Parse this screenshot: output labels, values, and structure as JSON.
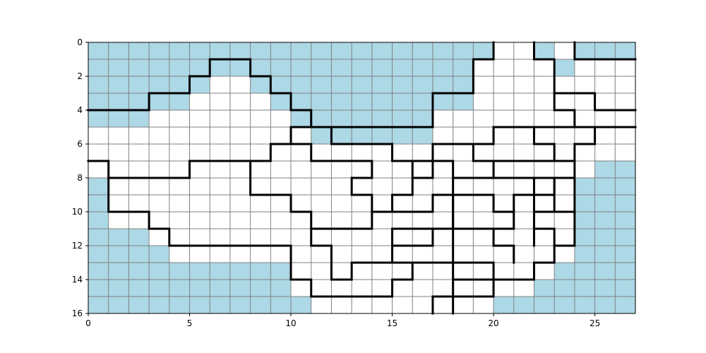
{
  "grid": {
    "cols": 27,
    "rows": 16,
    "x_ticks": [
      "0",
      "5",
      "10",
      "15",
      "20",
      "25"
    ],
    "x_tick_values": [
      0,
      5,
      10,
      15,
      20,
      25
    ],
    "y_ticks": [
      "0",
      "2",
      "4",
      "6",
      "8",
      "10",
      "12",
      "14",
      "16"
    ],
    "y_tick_values": [
      0,
      2,
      4,
      6,
      8,
      10,
      12,
      14,
      16
    ],
    "colors": {
      "water": "#add8e6",
      "land": "#ffffff",
      "grid_line": "#808080",
      "boundary": "#000000"
    },
    "land_row_spans": [
      [
        [
          20,
          22
        ],
        [
          23,
          24
        ]
      ],
      [
        [
          19,
          23
        ],
        [
          24,
          27
        ]
      ],
      [
        [
          6,
          8
        ],
        [
          19,
          27
        ]
      ],
      [
        [
          5,
          9
        ],
        [
          19,
          27
        ]
      ],
      [
        [
          3,
          10
        ],
        [
          17,
          27
        ]
      ],
      [
        [
          0,
          11
        ],
        [
          17,
          27
        ]
      ],
      [
        [
          0,
          27
        ]
      ],
      [
        [
          0,
          25
        ]
      ],
      [
        [
          1,
          24
        ]
      ],
      [
        [
          1,
          24
        ]
      ],
      [
        [
          1,
          24
        ]
      ],
      [
        [
          3,
          24
        ]
      ],
      [
        [
          4,
          24
        ]
      ],
      [
        [
          10,
          23
        ]
      ],
      [
        [
          10,
          22
        ]
      ],
      [
        [
          11,
          20
        ]
      ]
    ],
    "extra_land_cells": [
      [
        17,
        16
      ]
    ],
    "region_boundaries": [
      [
        [
          0,
          4
        ],
        [
          3,
          4
        ],
        [
          3,
          3
        ],
        [
          5,
          3
        ],
        [
          5,
          2
        ],
        [
          6,
          2
        ],
        [
          6,
          1
        ],
        [
          8,
          1
        ],
        [
          8,
          2
        ],
        [
          9,
          2
        ],
        [
          9,
          3
        ],
        [
          10,
          3
        ],
        [
          10,
          4
        ],
        [
          11,
          4
        ],
        [
          11,
          5
        ],
        [
          17,
          5
        ],
        [
          17,
          3
        ],
        [
          19,
          3
        ],
        [
          19,
          1
        ],
        [
          20,
          1
        ],
        [
          20,
          0
        ]
      ],
      [
        [
          22,
          0
        ],
        [
          22,
          1
        ],
        [
          23,
          1
        ],
        [
          23,
          3
        ],
        [
          25,
          3
        ],
        [
          25,
          4
        ],
        [
          27,
          4
        ]
      ],
      [
        [
          23,
          3
        ],
        [
          23,
          4
        ],
        [
          24,
          4
        ],
        [
          24,
          5
        ]
      ],
      [
        [
          24,
          0
        ],
        [
          24,
          1
        ],
        [
          27,
          1
        ]
      ],
      [
        [
          20,
          5
        ],
        [
          27,
          5
        ]
      ],
      [
        [
          27,
          5
        ],
        [
          25,
          5
        ],
        [
          25,
          6
        ],
        [
          24,
          6
        ],
        [
          24,
          12
        ],
        [
          23,
          12
        ],
        [
          23,
          13
        ],
        [
          22,
          13
        ],
        [
          22,
          14
        ],
        [
          20,
          14
        ],
        [
          20,
          15
        ],
        [
          17,
          15
        ],
        [
          17,
          16
        ]
      ],
      [
        [
          18,
          16
        ],
        [
          18,
          14
        ],
        [
          20,
          14
        ],
        [
          20,
          13
        ],
        [
          16,
          13
        ],
        [
          16,
          14
        ],
        [
          15,
          14
        ],
        [
          15,
          15
        ],
        [
          11,
          15
        ],
        [
          11,
          14
        ],
        [
          10,
          14
        ],
        [
          10,
          12
        ],
        [
          4,
          12
        ],
        [
          4,
          11
        ],
        [
          3,
          11
        ],
        [
          3,
          10
        ],
        [
          1,
          10
        ],
        [
          1,
          7
        ],
        [
          0,
          7
        ]
      ],
      [
        [
          1,
          8
        ],
        [
          5,
          8
        ],
        [
          5,
          7
        ],
        [
          9,
          7
        ],
        [
          9,
          6
        ],
        [
          10,
          6
        ],
        [
          10,
          5
        ],
        [
          12,
          5
        ],
        [
          12,
          6
        ],
        [
          15,
          6
        ],
        [
          15,
          7
        ],
        [
          17,
          7
        ],
        [
          17,
          6
        ],
        [
          20,
          6
        ],
        [
          20,
          5
        ],
        [
          22,
          5
        ],
        [
          22,
          6
        ],
        [
          23,
          6
        ],
        [
          23,
          7
        ]
      ],
      [
        [
          19,
          6
        ],
        [
          19,
          7
        ],
        [
          24,
          7
        ]
      ],
      [
        [
          8,
          7
        ],
        [
          8,
          9
        ],
        [
          10,
          9
        ],
        [
          10,
          10
        ],
        [
          11,
          10
        ],
        [
          11,
          12
        ],
        [
          12,
          12
        ],
        [
          12,
          14
        ],
        [
          13,
          14
        ],
        [
          13,
          13
        ],
        [
          16,
          13
        ]
      ],
      [
        [
          10,
          6
        ],
        [
          11,
          6
        ],
        [
          11,
          7
        ],
        [
          14,
          7
        ],
        [
          14,
          8
        ],
        [
          13,
          8
        ],
        [
          13,
          9
        ],
        [
          14,
          9
        ],
        [
          14,
          11
        ],
        [
          11,
          11
        ]
      ],
      [
        [
          14,
          10
        ],
        [
          15,
          10
        ],
        [
          15,
          9
        ],
        [
          16,
          9
        ],
        [
          16,
          7
        ],
        [
          17,
          7
        ]
      ],
      [
        [
          15,
          10
        ],
        [
          17,
          10
        ],
        [
          17,
          9
        ],
        [
          18,
          9
        ],
        [
          18,
          11
        ]
      ],
      [
        [
          16,
          8
        ],
        [
          17,
          8
        ]
      ],
      [
        [
          17,
          8
        ],
        [
          17,
          7
        ],
        [
          18,
          7
        ],
        [
          18,
          14
        ]
      ],
      [
        [
          15,
          12
        ],
        [
          17,
          12
        ],
        [
          17,
          11
        ],
        [
          15,
          11
        ],
        [
          15,
          13
        ]
      ],
      [
        [
          20,
          7
        ],
        [
          20,
          8
        ],
        [
          24,
          8
        ]
      ],
      [
        [
          18,
          8
        ],
        [
          22,
          8
        ],
        [
          22,
          9
        ],
        [
          21,
          9
        ],
        [
          21,
          11
        ],
        [
          17,
          11
        ]
      ],
      [
        [
          18,
          9
        ],
        [
          20,
          9
        ],
        [
          20,
          10
        ],
        [
          21,
          10
        ]
      ],
      [
        [
          22,
          9
        ],
        [
          23,
          9
        ],
        [
          23,
          8
        ]
      ],
      [
        [
          23,
          8
        ],
        [
          23,
          10
        ],
        [
          24,
          10
        ]
      ],
      [
        [
          22,
          9
        ],
        [
          22,
          12
        ]
      ],
      [
        [
          20,
          12
        ],
        [
          21,
          12
        ],
        [
          21,
          13
        ]
      ],
      [
        [
          20,
          11
        ],
        [
          20,
          12
        ]
      ],
      [
        [
          22,
          12
        ],
        [
          22,
          11
        ],
        [
          23,
          11
        ],
        [
          23,
          12
        ]
      ],
      [
        [
          22,
          10
        ],
        [
          23,
          10
        ]
      ]
    ]
  }
}
